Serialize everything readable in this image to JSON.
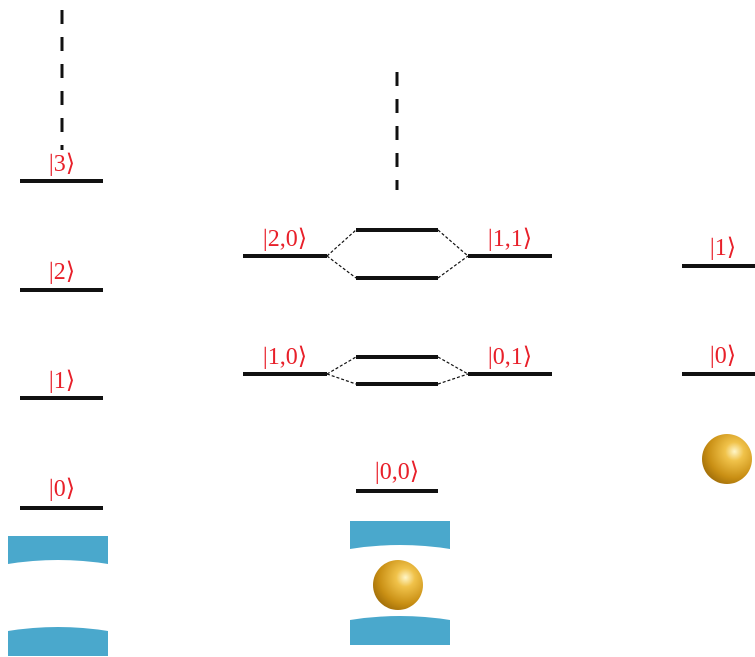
{
  "colors": {
    "label": "#e8202a",
    "level": "#111111",
    "mirror": "#4aa8cc",
    "atom": "#d39a1a"
  },
  "cavity_ladder": {
    "levels": [
      "|0⟩",
      "|1⟩",
      "|2⟩",
      "|3⟩"
    ]
  },
  "dressed_ladder": {
    "ground": "|0,0⟩",
    "manifolds": [
      {
        "left": "|1,0⟩",
        "right": "|0,1⟩"
      },
      {
        "left": "|2,0⟩",
        "right": "|1,1⟩"
      }
    ]
  },
  "atom_ladder": {
    "levels": [
      "|0⟩",
      "|1⟩"
    ]
  }
}
